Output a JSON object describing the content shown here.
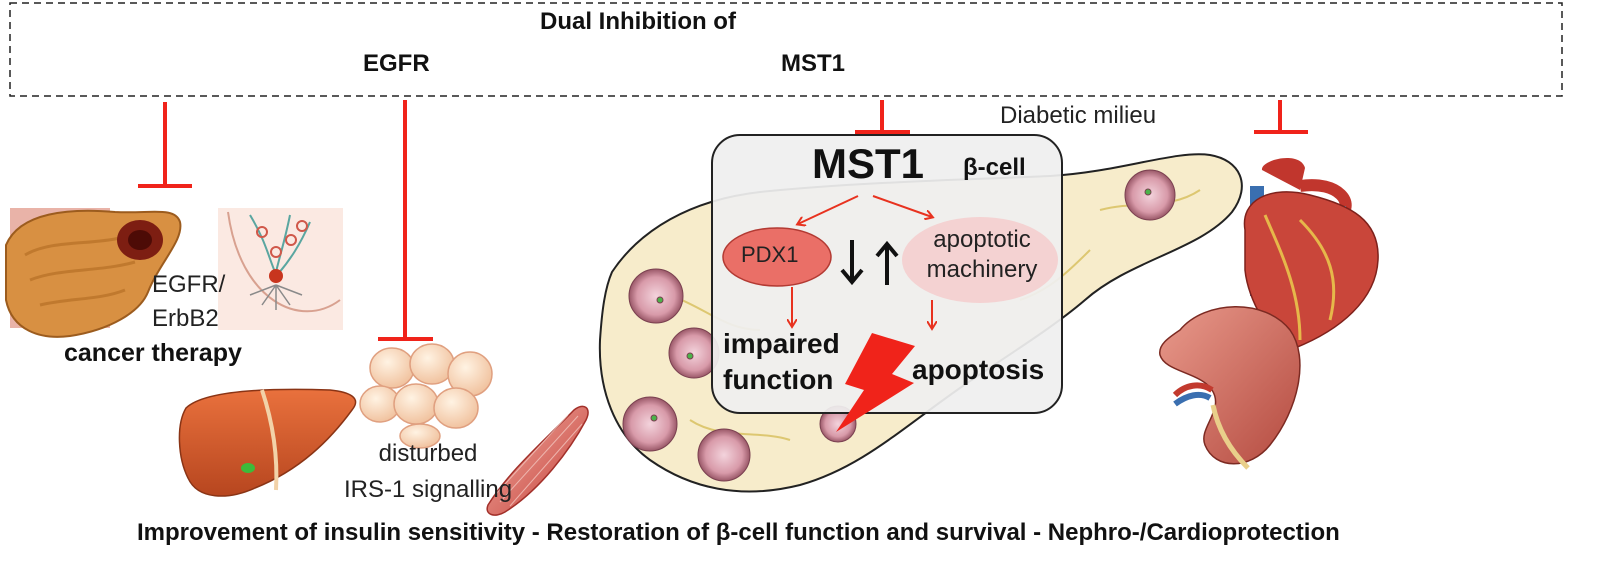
{
  "header": {
    "title": "Dual Inhibition of",
    "target_left": "EGFR",
    "target_right": "MST1"
  },
  "context": {
    "milieu_label": "Diabetic milieu"
  },
  "beta_cell_box": {
    "kinase": "MST1",
    "cell_label": "β-cell",
    "pdx1_label": "PDX1",
    "apoptotic_label": "apoptotic machinery",
    "impaired_label": "impaired function",
    "apoptosis_label": "apoptosis"
  },
  "cancer_panel": {
    "receptor_label": "EGFR/ ErbB2",
    "therapy_label": "cancer therapy"
  },
  "insulin_panel": {
    "disturbed_label": "disturbed",
    "signalling_label": "IRS-1 signalling"
  },
  "footer": {
    "text": "Improvement of insulin sensitivity  - Restoration of β-cell function and survival - Nephro-/Cardioprotection"
  },
  "colors": {
    "inhibit_red": "#f0231a",
    "arrow_red": "#e8321f",
    "pancreas_fill": "#f7eccb",
    "box_fill": "#efefef",
    "pdx1_fill": "#ea6f67",
    "apoptotic_fill": "#f5cccc"
  },
  "icons": [
    "pancreas-tumor-icon",
    "breast-tumor-icon",
    "liver-icon",
    "adipocytes-icon",
    "muscle-icon",
    "pancreas-icon",
    "islet-icon",
    "lightning-icon",
    "heart-icon",
    "kidney-icon"
  ]
}
